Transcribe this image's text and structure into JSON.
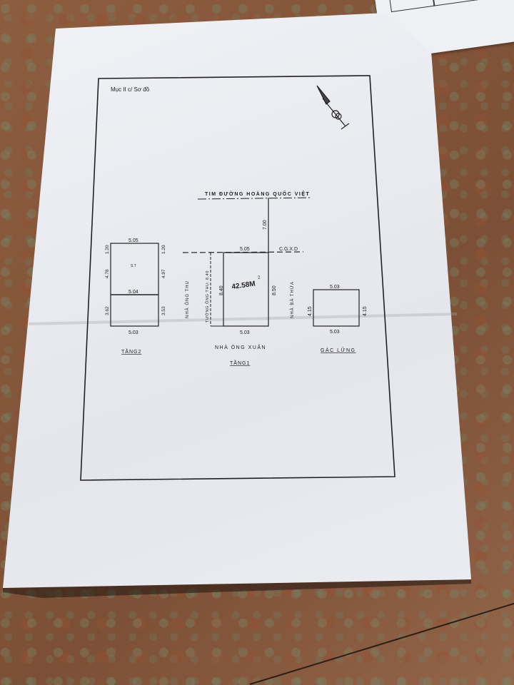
{
  "document": {
    "section_heading": "Mục II c/ Sơ đồ",
    "north_arrow_icon": "north-arrow-icon"
  },
  "road": {
    "label": "TIM ĐƯỜNG HOÀNG QUỐC VIỆT",
    "setback": "7.00",
    "building_line_label": "C.G.X.D"
  },
  "floor2": {
    "title": "TẦNG2",
    "top_width": "5.05",
    "mid_width": "5.04",
    "bottom_width": "5.03",
    "left_top": "1.20",
    "left_mid": "4.78",
    "left_bottom": "3.62",
    "right_top": "1.20",
    "right_mid": "4.97",
    "right_bottom": "3.53",
    "inner_label": "S.T"
  },
  "floor1": {
    "title": "TẦNG1",
    "top_width": "5.05",
    "bottom_width": "5.03",
    "left_depth": "8.40",
    "right_depth": "8.50",
    "area": "42.58M",
    "area_unit_sup": "2",
    "left_neighbor": "NHÀ ÔNG THU",
    "wall_label": "TƯỜNG ÔNG THU: 8.40",
    "right_neighbor": "NHÀ BÀ THỪA",
    "bottom_neighbor": "NHÀ ÔNG XUÂN"
  },
  "mezzanine": {
    "title": "GÁC LỬNG",
    "top_width": "5.03",
    "bottom_width": "5.03",
    "left_depth": "4.15",
    "right_depth": "4.15"
  }
}
